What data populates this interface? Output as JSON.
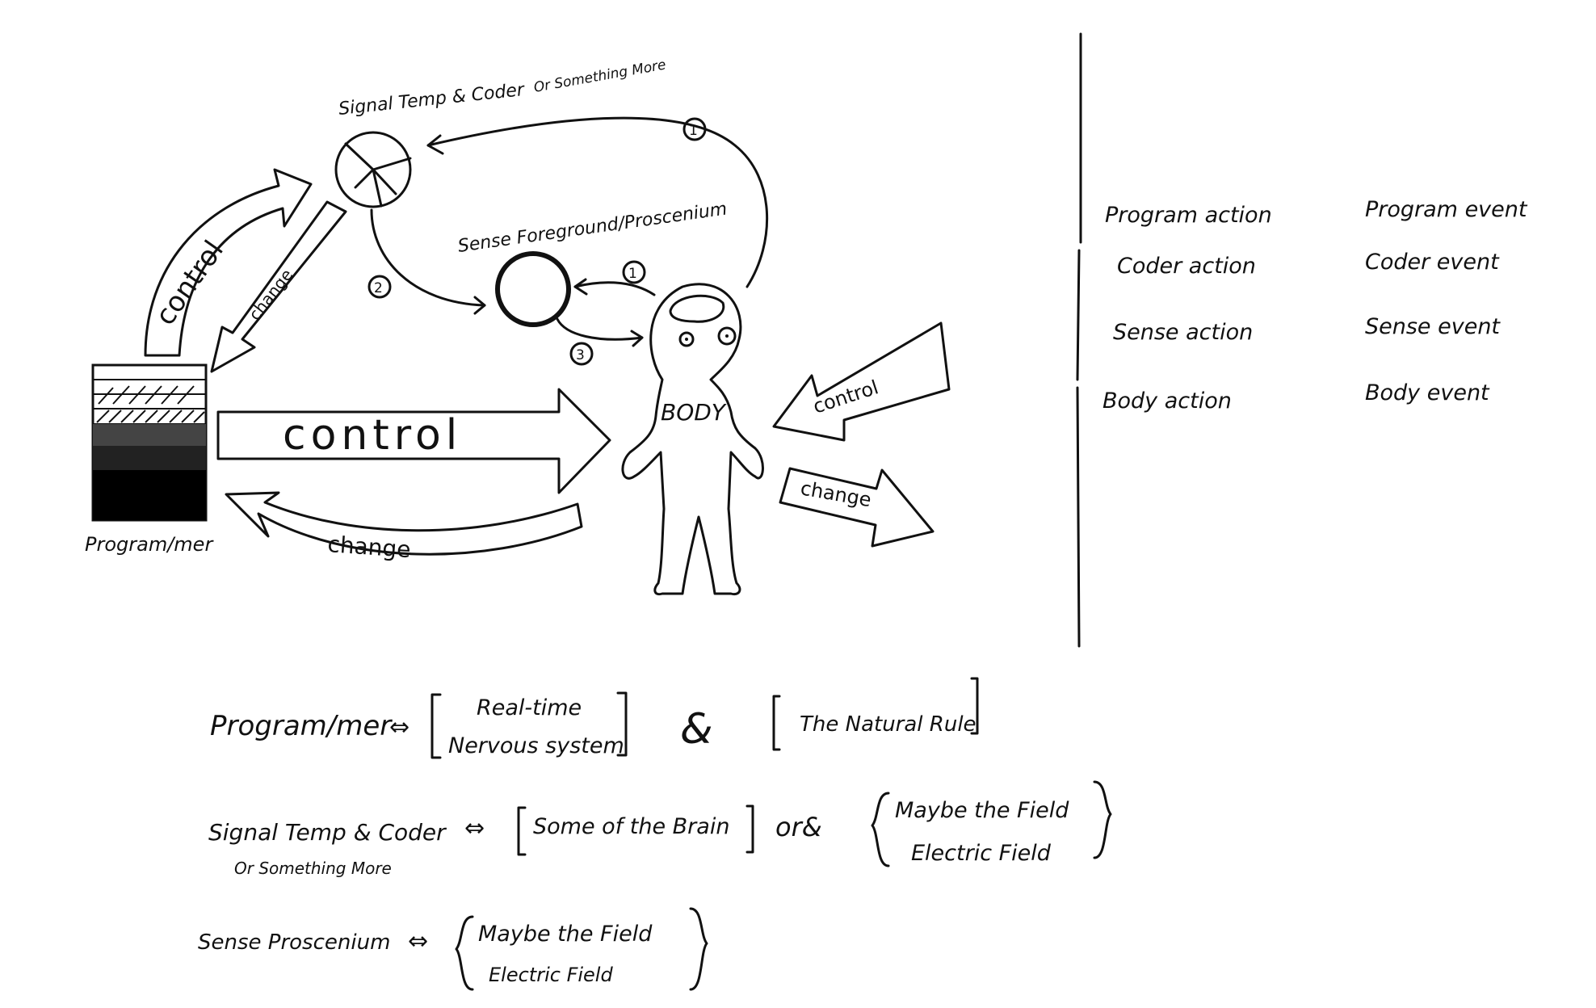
{
  "diagram": {
    "nodes": {
      "signal_title": "Signal Temp & Coder",
      "signal_subtitle": "Or Something More",
      "sense_title": "Sense Foreground/Proscenium",
      "body_label": "BODY",
      "programmer_label": "Program/mer"
    },
    "arrows": {
      "control_left_diag": "control",
      "change_left_diag": "change",
      "control_main": "control",
      "change_bottom": "change",
      "control_right": "control",
      "change_right": "change"
    },
    "step_markers": [
      "1",
      "1",
      "2",
      "3"
    ]
  },
  "actions_events": {
    "rows": [
      {
        "action": "Program action",
        "event": "Program event"
      },
      {
        "action": "Coder action",
        "event": "Coder event"
      },
      {
        "action": "Sense action",
        "event": "Sense event"
      },
      {
        "action": "Body action",
        "event": "Body event"
      }
    ]
  },
  "mappings": {
    "row1": {
      "left": "Program/mer",
      "symbol": "⇔",
      "bracket_a_line1": "Real-time",
      "bracket_a_line2": "Nervous system",
      "joiner": "&",
      "bracket_b": "The Natural Rule"
    },
    "row2": {
      "left_line1": "Signal Temp & Coder",
      "left_line2": "Or Something More",
      "symbol": "⇔",
      "bracket_a": "Some of the Brain",
      "joiner": "or&",
      "bracket_b_line1": "Maybe the Field",
      "bracket_b_line2": "Electric Field"
    },
    "row3": {
      "left": "Sense Proscenium",
      "symbol": "⇔",
      "bracket_a_line1": "Maybe the Field",
      "bracket_a_line2": "Electric Field"
    }
  }
}
